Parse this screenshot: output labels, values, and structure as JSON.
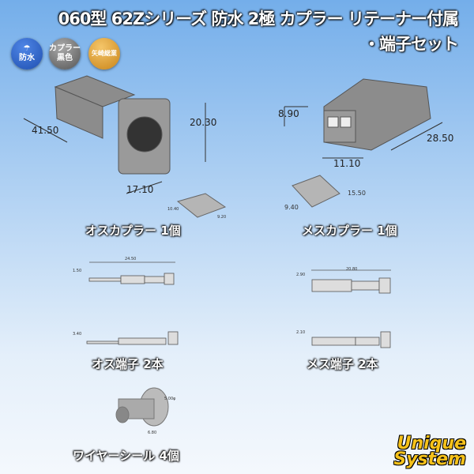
{
  "title": {
    "line1": "060型 62Zシリーズ 防水 2極 カプラー リテーナー付属",
    "line2": "・端子セット"
  },
  "badges": [
    {
      "label": "防水",
      "icon": "umbrella-icon",
      "color": "#1f4fb0"
    },
    {
      "label1": "カプラー",
      "label2": "黒色",
      "color": "#777777"
    },
    {
      "label": "矢崎総業",
      "color": "#d99a2a"
    }
  ],
  "male_coupler": {
    "label": "オスカプラー 1個",
    "dims": [
      "41.50",
      "20.30",
      "17.10",
      "10.40",
      "9.20"
    ]
  },
  "female_coupler": {
    "label": "メスカプラー 1個",
    "dims": [
      "8.90",
      "28.50",
      "11.10",
      "15.50",
      "9.40"
    ]
  },
  "male_terminal": {
    "label": "オス端子 2本",
    "dims": [
      "24.50",
      "1.50",
      "3.40"
    ]
  },
  "female_terminal": {
    "label": "メス端子 2本",
    "dims": [
      "20.80",
      "2.90",
      "2.10"
    ]
  },
  "wire_seal": {
    "label": "ワイヤーシール 4個",
    "dims": [
      "5.00φ",
      "6.80"
    ]
  },
  "logo": {
    "line1": "Unique",
    "line2": "System",
    "color": "#f6c21a"
  }
}
